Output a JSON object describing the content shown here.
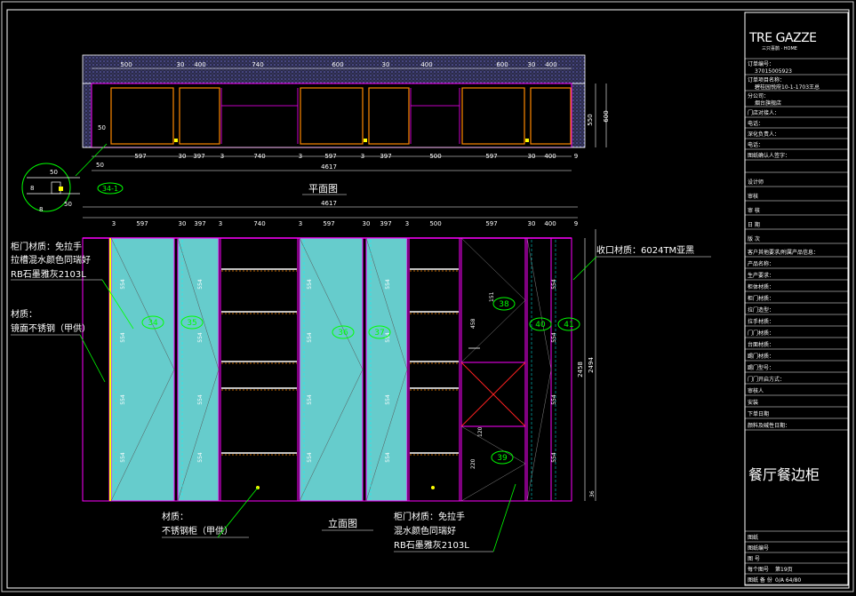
{
  "logo": {
    "text": "TRE GAZZE",
    "sub": "三只喜鹊 · HOME"
  },
  "plan": {
    "title": "平面图",
    "top_dims": [
      "500",
      "30",
      "400",
      "740",
      "600",
      "30",
      "400",
      "600",
      "30",
      "400"
    ],
    "bottom_dims": [
      "597",
      "30",
      "397",
      "3",
      "740",
      "3",
      "597",
      "3",
      "397",
      "500",
      "597",
      "30",
      "400",
      "9"
    ],
    "total": "4617",
    "side_dims": [
      "550",
      "600"
    ],
    "detail_dims": [
      "50",
      "50",
      "50",
      "8",
      "8"
    ],
    "detail_label": "34-1",
    "left_dims": [
      "50",
      "50"
    ]
  },
  "elev": {
    "title": "立面图",
    "total": "4617",
    "top_dims": [
      "3",
      "597",
      "30",
      "397",
      "3",
      "740",
      "3",
      "597",
      "30",
      "397",
      "3",
      "500",
      "597",
      "30",
      "400",
      "9"
    ],
    "door_labels": [
      "34",
      "35",
      "36",
      "37",
      "38",
      "39",
      "40",
      "41"
    ],
    "right_dims": [
      "2458",
      "2494"
    ],
    "bottom_dim": "36",
    "seg_dims": [
      "554",
      "554",
      "554",
      "554",
      "554"
    ],
    "small_dims": [
      "151",
      "458",
      "120",
      "220"
    ]
  },
  "notes": {
    "left_top": [
      "柜门材质：免拉手",
      "拉槽混水颜色同瑞好",
      "RB石墨雅灰2103L"
    ],
    "left_mid": [
      "材质：",
      "镜面不锈钢（甲供）"
    ],
    "right_top": "收口材质：6024TM亚黑",
    "bottom_left": [
      "材质：",
      "不锈钢柜（甲供）"
    ],
    "bottom_right": [
      "柜门材质：免拉手",
      "混水颜色同瑞好",
      "RB石墨雅灰2103L"
    ]
  },
  "title_block": {
    "rows1": [
      {
        "label": "订单编号：",
        "value": "37015005923"
      },
      {
        "label": "订单项目名称：",
        "value": "碧桂园悦府10-1-1703王总"
      },
      {
        "label": "分公司：",
        "value": "烟台旗舰店"
      }
    ],
    "rows2": [
      "门店对接人：",
      "电话：",
      "深化负责人：",
      "电话：",
      "图纸确认人签字："
    ],
    "rows3": [
      "设计师",
      "审核",
      "审 核",
      "日 期",
      "版 次"
    ],
    "rows4_head": "客户其他要求/附属产品信息：",
    "rows4": [
      "产品名称：",
      "生产要求：",
      "柜体材质：",
      "柜门材质：",
      "拉门造型：",
      "拉手材质：",
      "门门材质：",
      "台面材质：",
      "踢门材质：",
      "踢门型号：",
      "门门开启方式：",
      "审核人",
      "安装",
      "下单日期",
      "颜料及碱性日期："
    ],
    "drawing_name": "餐厅餐边柜",
    "footer": [
      {
        "label": "图纸",
        "value": ""
      },
      {
        "label": "图纸编号",
        "value": ""
      },
      {
        "label": "图 号",
        "value": ""
      },
      {
        "label": "每个图号",
        "value": "第19页"
      },
      {
        "label": "图纸 备 份",
        "value": "0/A 64/80"
      }
    ]
  }
}
